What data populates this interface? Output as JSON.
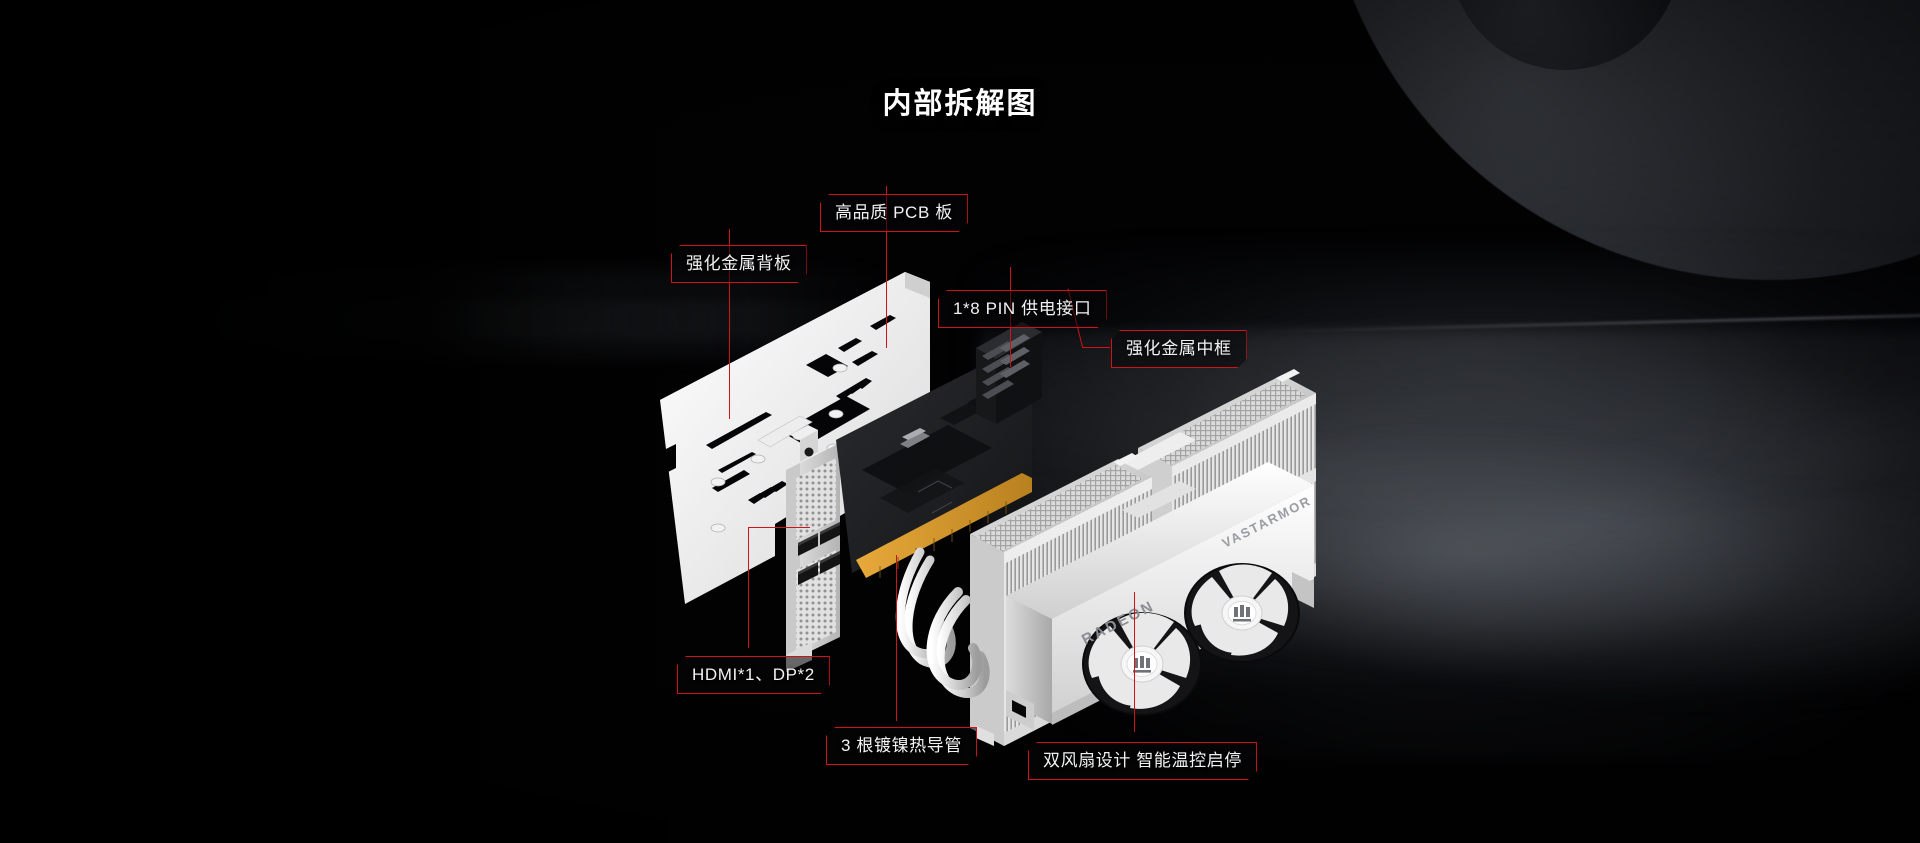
{
  "page": {
    "title": "内部拆解图",
    "accent_red": "#d0121b",
    "background": "dark-space-planet"
  },
  "product": {
    "brand_text": "VASTARMOR",
    "gpu_text": "RADEON",
    "components": [
      "metal-backplate",
      "pcb",
      "io-bracket",
      "power-connector",
      "heatsink-fin-stack",
      "heatpipes",
      "metal-midframe",
      "dual-fan-shroud"
    ]
  },
  "callouts": [
    {
      "id": "pcb",
      "label": "高品质 PCB 板"
    },
    {
      "id": "backplate",
      "label": "强化金属背板"
    },
    {
      "id": "power",
      "label": "1*8 PIN 供电接口"
    },
    {
      "id": "midframe",
      "label": "强化金属中框"
    },
    {
      "id": "io",
      "label": "HDMI*1、DP*2"
    },
    {
      "id": "heatpipe",
      "label": "3 根镀镍热导管"
    },
    {
      "id": "fans",
      "label": "双风扇设计 智能温控启停"
    }
  ]
}
